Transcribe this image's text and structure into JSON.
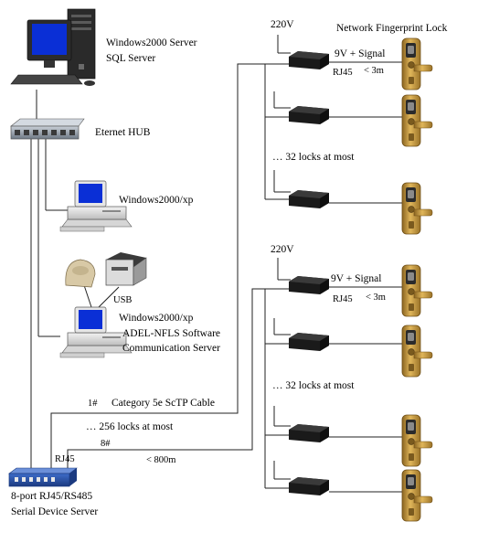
{
  "labels": {
    "server": "Windows2000 Server",
    "sql": "SQL Server",
    "hub": "Eternet HUB",
    "pc1": "Windows2000/xp",
    "usb": "USB",
    "pc2": "Windows2000/xp",
    "software": "ADEL-NFLS Software",
    "comm_server": "Communication Server",
    "cable": "Category 5e ScTP Cable",
    "port1": "1#",
    "port8": "8#",
    "max_locks_total": "… 256 locks at most",
    "rj45_left": "RJ45",
    "dist_800": "< 800m",
    "device_server_line1": "8-port RJ45/RS485",
    "device_server_line2": "Serial Device Server",
    "title": "Network Fingerprint Lock",
    "power_top": "220V",
    "signal_top": "9V + Signal",
    "rj45_top": "RJ45",
    "dist_top": "< 3m",
    "max_locks_top": "… 32 locks at most",
    "power_bottom": "220V",
    "signal_bottom": "9V + Signal",
    "rj45_bottom": "RJ45",
    "dist_bottom": "< 3m",
    "max_locks_bottom": "… 32 locks at most"
  },
  "colors": {
    "screen_blue": "#0a2fd6",
    "lock_gold": "#c99a3a",
    "device_black": "#1a1a1a",
    "device_server_blue": "#2a52a8",
    "hub_gray": "#8e98a4"
  }
}
